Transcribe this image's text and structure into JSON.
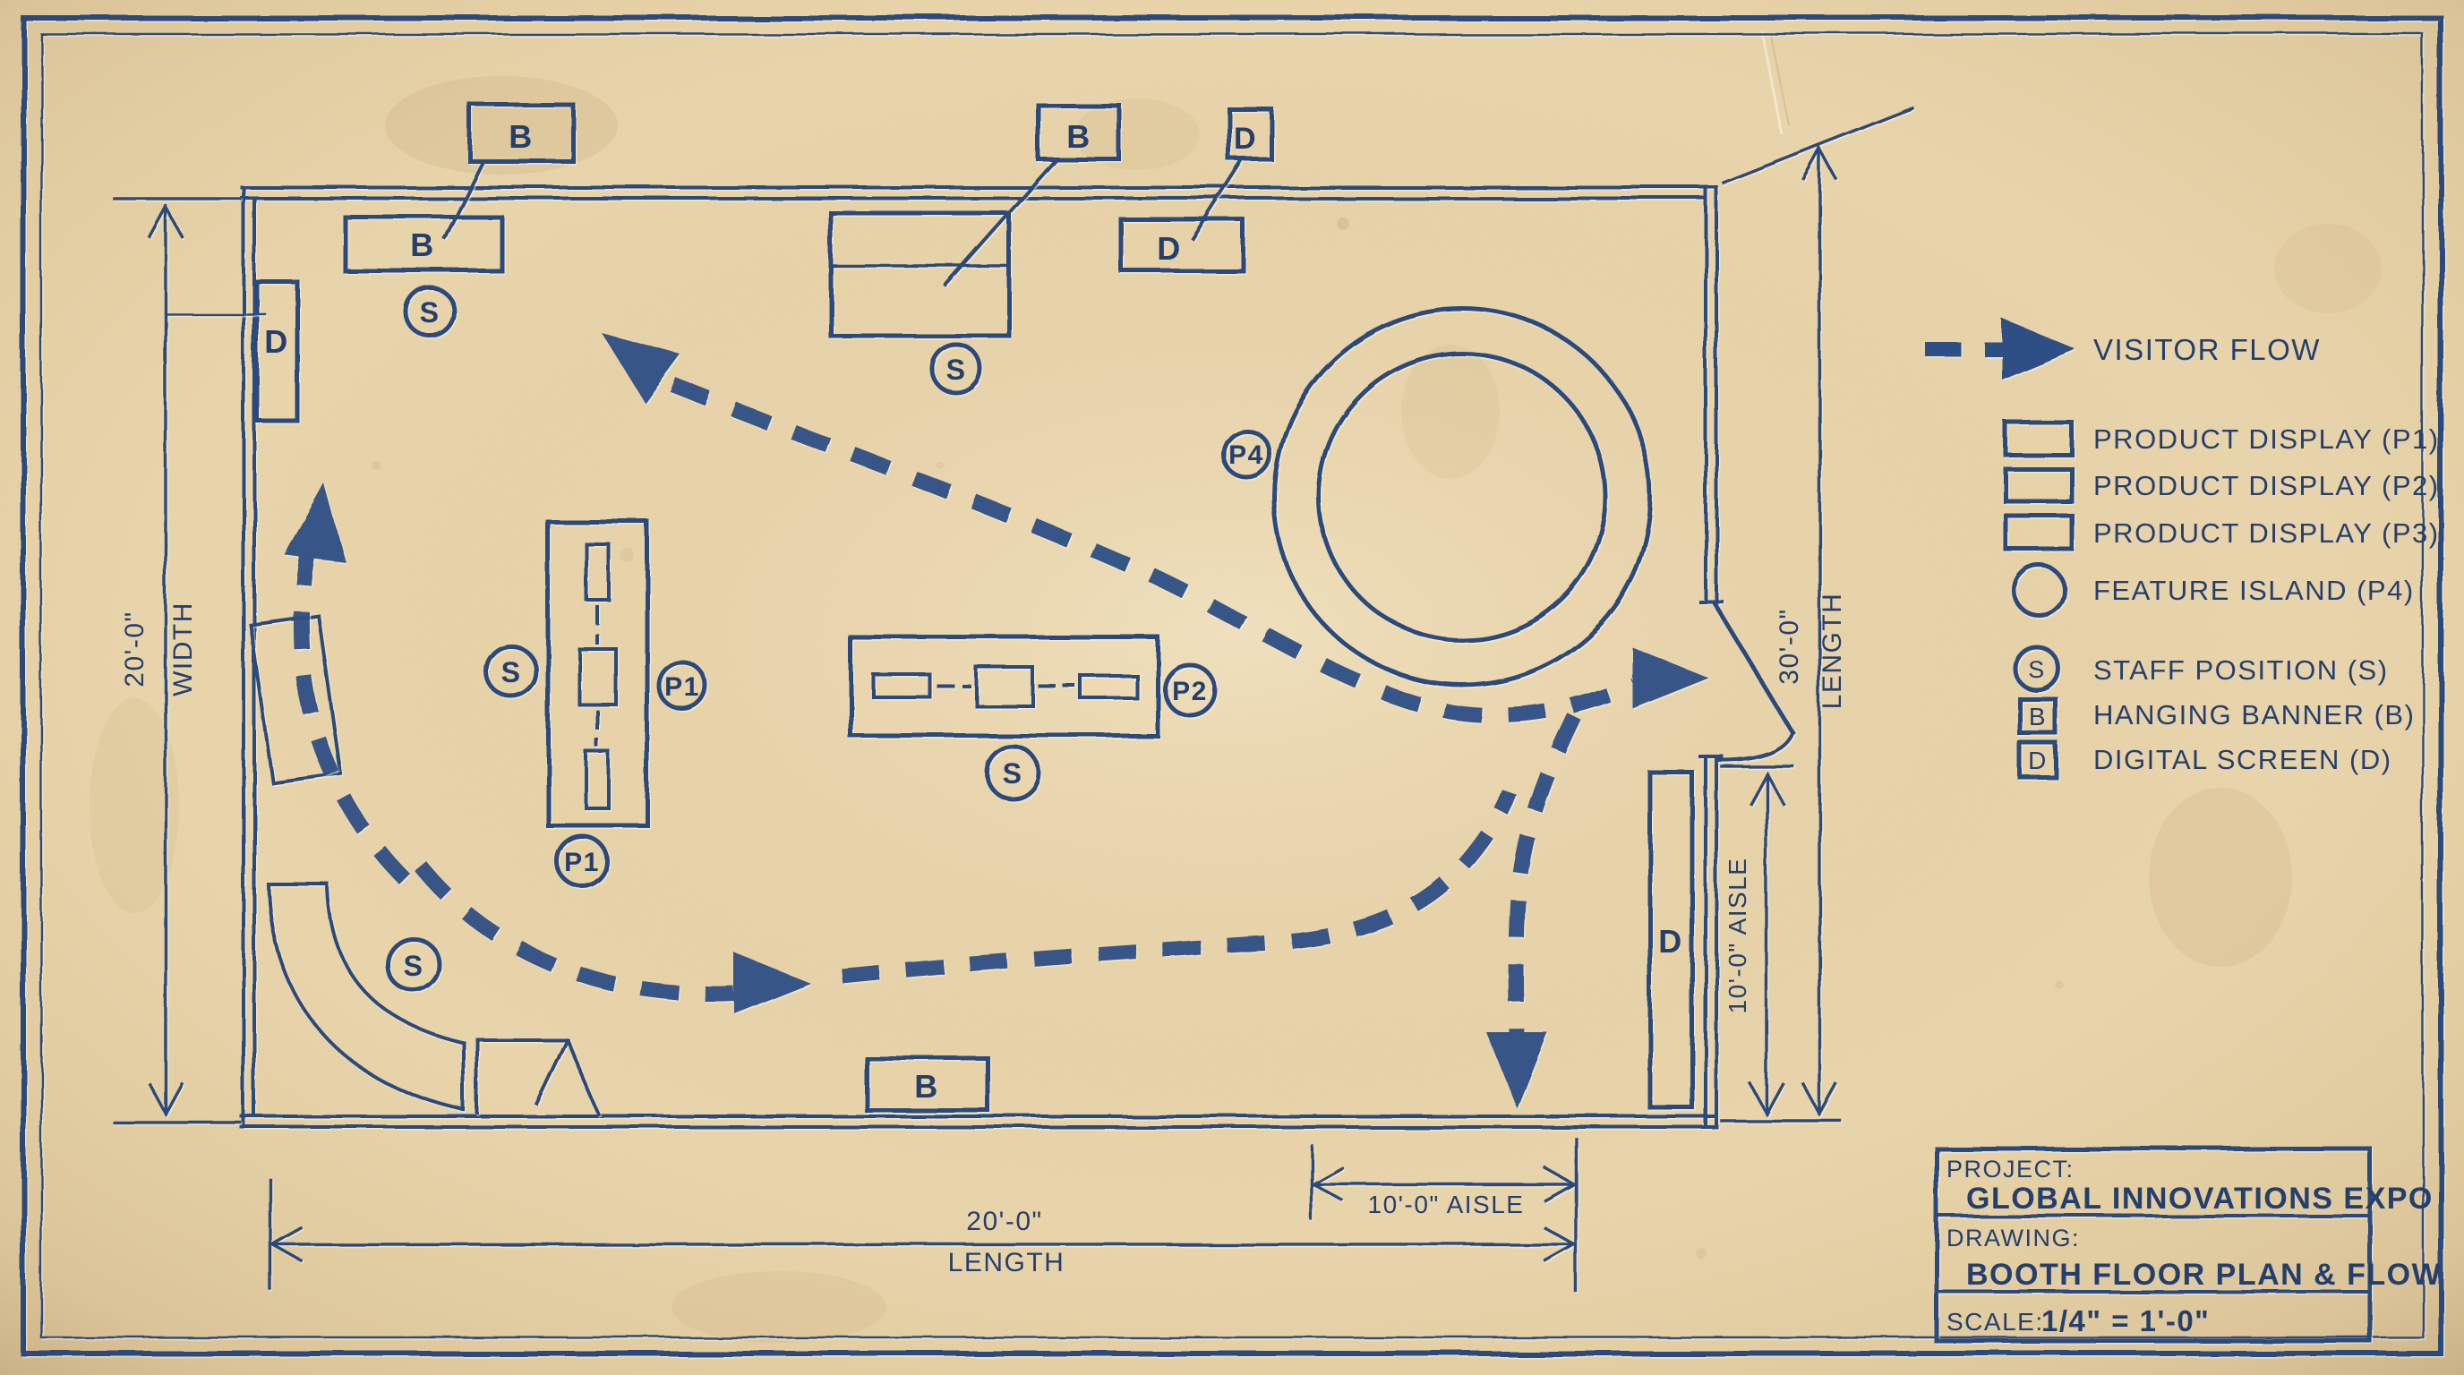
{
  "colors": {
    "paper": "#e9d5ac",
    "ink": "#2a4a7c",
    "text_ink": "#243f6d",
    "flow": "#2d4f86"
  },
  "legend": {
    "flow_label": "VISITOR FLOW",
    "items": [
      {
        "symbol": "rect",
        "label": "PRODUCT DISPLAY (P1)"
      },
      {
        "symbol": "rect",
        "label": "PRODUCT DISPLAY (P2)"
      },
      {
        "symbol": "rect",
        "label": "PRODUCT DISPLAY (P3)"
      },
      {
        "symbol": "circle",
        "label": "FEATURE ISLAND (P4)"
      },
      {
        "symbol": "circle-s",
        "label": "STAFF POSITION (S)"
      },
      {
        "symbol": "box-b",
        "label": "HANGING BANNER (B)"
      },
      {
        "symbol": "box-d",
        "label": "DIGITAL SCREEN (D)"
      }
    ],
    "symbol_letters": {
      "staff": "S",
      "banner": "B",
      "screen": "D"
    }
  },
  "title_block": {
    "project_label": "PROJECT:",
    "project": "GLOBAL INNOVATIONS EXPO",
    "drawing_label": "DRAWING:",
    "drawing": "BOOTH FLOOR PLAN & FLOW",
    "scale_label": "SCALE:",
    "scale": "1/4\" = 1'-0\""
  },
  "dimensions": {
    "width_value": "20'-0\"",
    "width_word": "WIDTH",
    "right_value": "30'-0\"",
    "right_word": "LENGTH",
    "aisle_right": "10'-0\" AISLE",
    "bottom_value": "20'-0\"",
    "bottom_word": "LENGTH",
    "aisle_bottom": "10'-0\" AISLE"
  },
  "plan": {
    "banner": "B",
    "screen": "D",
    "staff": "S",
    "p1": "P1",
    "p2": "P2",
    "p4": "P4"
  }
}
